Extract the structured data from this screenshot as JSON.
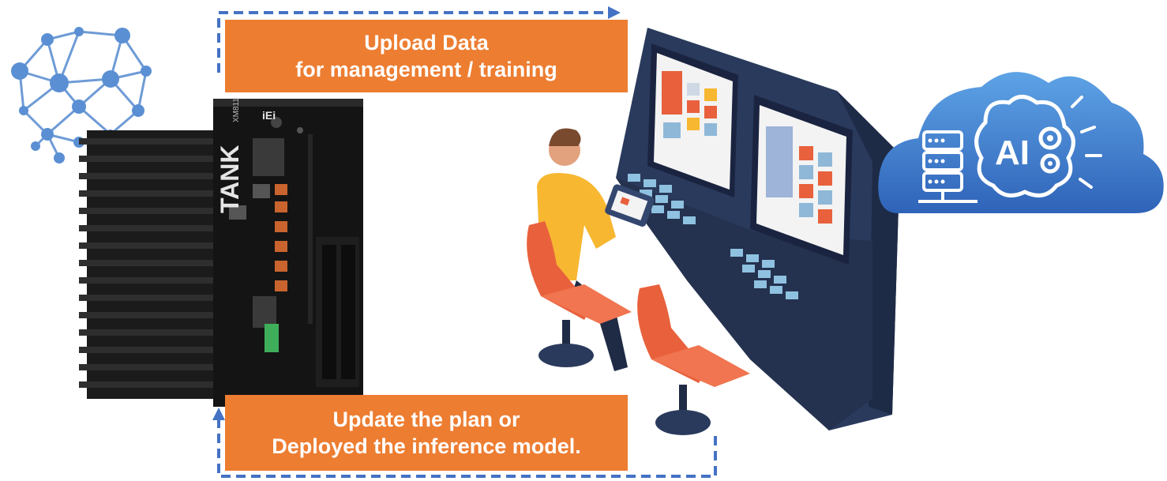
{
  "upload": {
    "line1": "Upload Data",
    "line2": "for management / training"
  },
  "update": {
    "line1": "Update the plan or",
    "line2": "Deployed the inference model."
  },
  "device": {
    "brand": "TANK",
    "model": "XM811",
    "logo": "iEi"
  },
  "cloud": {
    "label": "AI"
  },
  "colors": {
    "label_bg": "#ED7D31",
    "arrow": "#4472C4",
    "cloud": "#3E7CC9",
    "console": "#2A3A5C",
    "chair": "#E8613C",
    "shirt": "#F7B731"
  },
  "icons": [
    "neural-network-icon",
    "server-icon",
    "brain-icon",
    "gear-icon",
    "arrow-icon"
  ]
}
